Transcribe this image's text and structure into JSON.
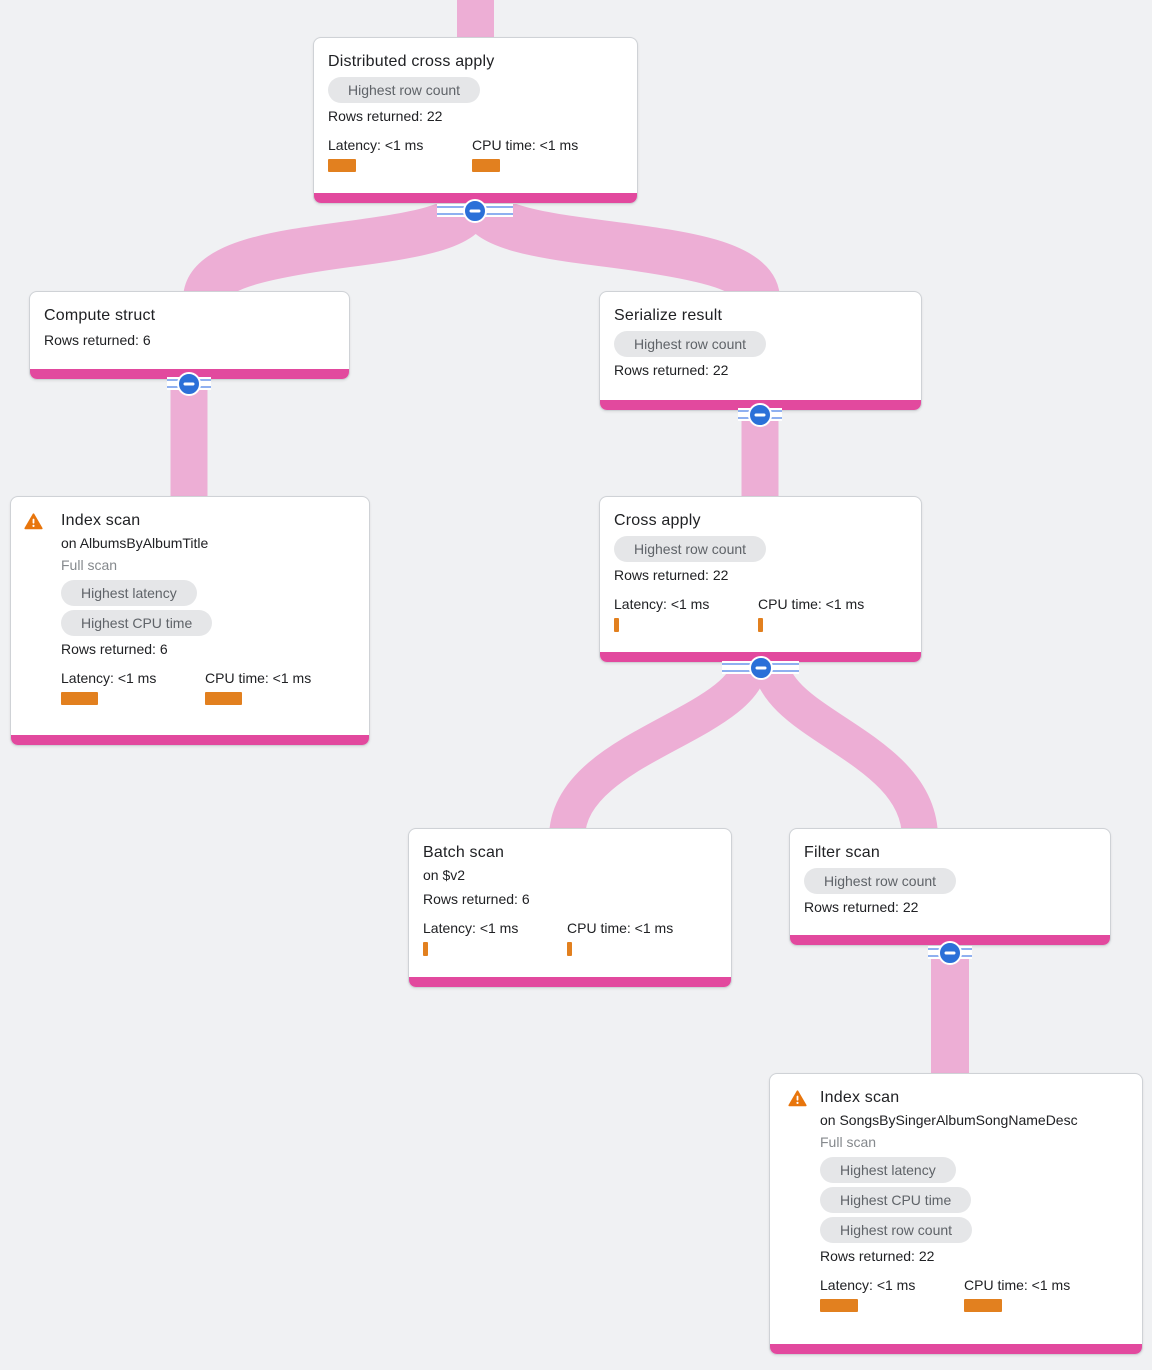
{
  "colors": {
    "edge_pink": "#edaed5",
    "accent_pink": "#e2499e",
    "bar_orange": "#e2801f",
    "warning_orange": "#e8750c",
    "collapse_blue": "#2b70d8",
    "badge_bg": "#e5e6e8",
    "badge_text": "#5f6368"
  },
  "nodes": [
    {
      "title": "Distributed cross apply",
      "badges": [
        "Highest row count"
      ],
      "rows": "Rows returned: 22",
      "latency": "Latency: <1 ms",
      "cpu": "CPU time: <1 ms"
    },
    {
      "title": "Compute struct",
      "rows": "Rows returned: 6"
    },
    {
      "title": "Serialize result",
      "badges": [
        "Highest row count"
      ],
      "rows": "Rows returned: 22"
    },
    {
      "title": "Index scan",
      "target": "on AlbumsByAlbumTitle",
      "scan": "Full scan",
      "badges": [
        "Highest latency",
        "Highest CPU time"
      ],
      "rows": "Rows returned: 6",
      "latency": "Latency: <1 ms",
      "cpu": "CPU time: <1 ms"
    },
    {
      "title": "Cross apply",
      "badges": [
        "Highest row count"
      ],
      "rows": "Rows returned: 22",
      "latency": "Latency: <1 ms",
      "cpu": "CPU time: <1 ms"
    },
    {
      "title": "Batch scan",
      "target": "on $v2",
      "rows": "Rows returned: 6",
      "latency": "Latency: <1 ms",
      "cpu": "CPU time: <1 ms"
    },
    {
      "title": "Filter scan",
      "badges": [
        "Highest row count"
      ],
      "rows": "Rows returned: 22"
    },
    {
      "title": "Index scan",
      "target": "on SongsBySingerAlbumSongNameDesc",
      "scan": "Full scan",
      "badges": [
        "Highest latency",
        "Highest CPU time",
        "Highest row count"
      ],
      "rows": "Rows returned: 22",
      "latency": "Latency: <1 ms",
      "cpu": "CPU time: <1 ms"
    }
  ]
}
